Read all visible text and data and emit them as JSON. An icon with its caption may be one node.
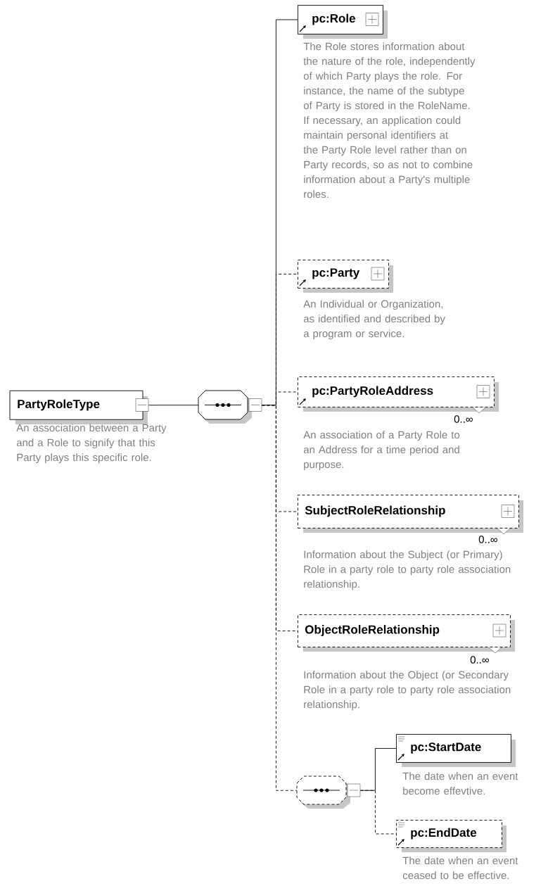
{
  "diagram": {
    "nodes": [
      {
        "text": [
          "PartyRoleType"
        ],
        "beside": [
          "An association between a Party and a Role to signify that this Party plays this specific role."
        ]
      },
      {
        "text": [],
        "shape": "octagon"
      },
      {
        "text": [
          "pc:Role"
        ],
        "beside": [
          "The Role stores information about the nature of the role, independently of which Party plays the role. For instance, the name of the subtype of Party is stored in the RoleName. If necessary, an application could maintain personal identifiers at the Party Role level rather than on Party records, so as not to combine information about a Party's multiple roles."
        ]
      },
      {
        "text": [
          "pc:Party"
        ],
        "beside": [
          "An Individual or Organization, as identified and described by a program or service."
        ]
      },
      {
        "text": [
          "pc:PartyRoleAddress"
        ],
        "beside": [
          "0..∞",
          "An association of a Party Role to an Address for a time period and purpose."
        ]
      },
      {
        "text": [
          "SubjectRoleRelationship"
        ],
        "beside": [
          "0..∞",
          "Information about the Subject (or Primary) Role in a party role to party role association relationship."
        ]
      },
      {
        "text": [
          "ObjectRoleRelationship"
        ],
        "beside": [
          "0..∞",
          "Information about the Object (or Secondary Role in a party role to party role association relationship."
        ]
      },
      {
        "text": [],
        "shape": "octagon"
      },
      {
        "text": [
          "pc:StartDate"
        ],
        "beside": [
          "The date when an event become effevtive."
        ]
      },
      {
        "text": [
          "pc:EndDate"
        ],
        "beside": [
          "The date when an event ceased to be effective."
        ]
      }
    ],
    "edges": [
      {
        "from": 0,
        "to": 1,
        "arrow": "none"
      },
      {
        "from": 1,
        "to": 2,
        "arrow": "none"
      },
      {
        "from": 1,
        "to": 3,
        "arrow": "none",
        "style": "dashed"
      },
      {
        "from": 1,
        "to": 4,
        "arrow": "none",
        "style": "dashed"
      },
      {
        "from": 1,
        "to": 5,
        "arrow": "none",
        "style": "dashed"
      },
      {
        "from": 1,
        "to": 6,
        "arrow": "none",
        "style": "dashed"
      },
      {
        "from": 1,
        "to": 7,
        "arrow": "none",
        "style": "dashed"
      },
      {
        "from": 7,
        "to": 8,
        "arrow": "none"
      },
      {
        "from": 7,
        "to": 9,
        "arrow": "none",
        "style": "dashed"
      }
    ]
  }
}
